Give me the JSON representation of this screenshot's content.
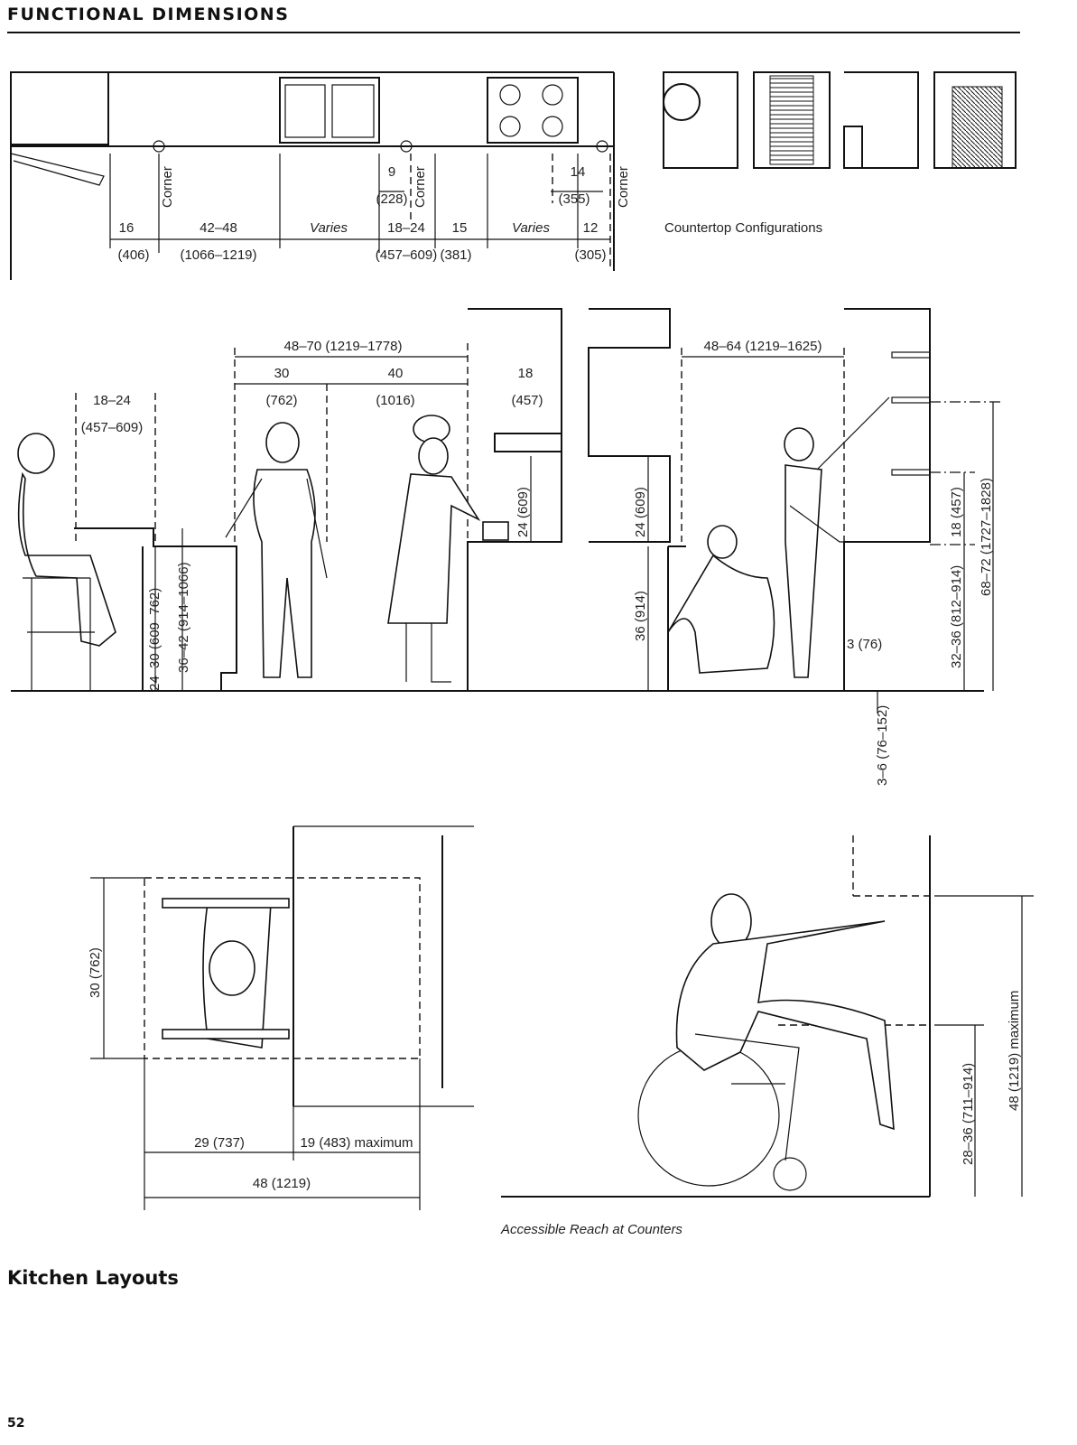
{
  "header": {
    "title": "FUNCTIONAL DIMENSIONS"
  },
  "plan": {
    "d1": "16",
    "d1m": "(406)",
    "d2": "42–48",
    "d2m": "(1066–1219)",
    "d3": "Varies",
    "d4": "18–24",
    "d4m": "(457–609)",
    "d5": "15",
    "d5m": "(381)",
    "d6": "Varies",
    "d7": "12",
    "d7m": "(305)",
    "d8": "9",
    "d8m": "(228)",
    "d9": "14",
    "d9m": "(355)",
    "corner": "Corner"
  },
  "countertop": {
    "caption": "Countertop Configurations"
  },
  "elevation": {
    "a1": "18–24",
    "a1m": "(457–609)",
    "a2": "48–70 (1219–1778)",
    "a3": "30",
    "a3m": "(762)",
    "a4": "40",
    "a4m": "(1016)",
    "a5": "18",
    "a5m": "(457)",
    "a6": "24 (609)",
    "a7": "48–64 (1219–1625)",
    "v1": "24–30 (609–762)",
    "v2": "36–42 (914–1066)",
    "v3": "24 (609)",
    "v4": "36 (914)",
    "v5": "3 (76)",
    "v6": "18 (457)",
    "v7": "32–36 (812–914)",
    "v8": "68–72 (1727–1828)",
    "v9": "3–6 (76–152)"
  },
  "wheelchair": {
    "w1": "30 (762)",
    "w2": "29 (737)",
    "w3": "19 (483) maximum",
    "w4": "48 (1219)",
    "w5": "28–36 (711–914)",
    "w6": "48 (1219) maximum",
    "caption": "Accessible Reach at Counters"
  },
  "section": {
    "title": "Kitchen Layouts"
  },
  "page": {
    "number": "52"
  }
}
